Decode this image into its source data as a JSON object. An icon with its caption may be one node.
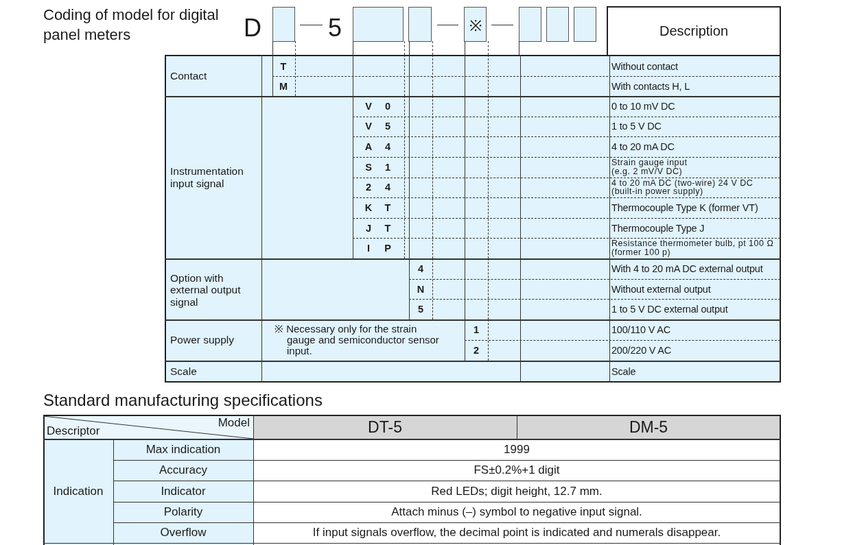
{
  "diagram": {
    "title": "Coding of model for digital panel meters",
    "nodes": [
      {
        "text": [],
        "shape": "box"
      },
      {
        "text": [],
        "shape": "box"
      },
      {
        "text": [],
        "shape": "box"
      },
      {
        "text": [
          "※"
        ]
      },
      {
        "text": [],
        "shape": "box"
      },
      {
        "text": [],
        "shape": "box"
      },
      {
        "text": [],
        "shape": "box"
      },
      {
        "text": [
          "Description"
        ]
      }
    ],
    "labels": [
      "D",
      "5",
      "Contact",
      "T",
      "Without contact",
      "M",
      "With contacts H, L",
      "Instrumentation input signal",
      "V",
      "0",
      "0 to 10 mV DC",
      "V",
      "5",
      "1 to 5 V DC",
      "A",
      "4",
      "4 to 20 mA DC",
      "S",
      "1",
      "Strain gauge input (e.g. 2 mV/V DC)",
      "2",
      "4",
      "4 to 20 mA DC (two-wire) 24 V DC (built-in power supply)",
      "K",
      "T",
      "Thermocouple Type K (former VT)",
      "J",
      "T",
      "Thermocouple Type J",
      "I",
      "P",
      "Resistance thermometer bulb, pt 100 Ω (former 100 p)",
      "Option with external output signal",
      "4",
      "With 4 to 20 mA DC external output",
      "N",
      "Without external output",
      "5",
      "1 to 5 V DC external output",
      "Power supply",
      "※ Necessary only for the strain gauge and semiconductor sensor input.",
      "1",
      "100/110 V AC",
      "2",
      "200/220 V AC",
      "Scale",
      "Scale",
      "Standard manufacturing specifications",
      "Descriptor",
      "Model",
      "DT-5",
      "DM-5",
      "Max indication",
      "1999",
      "Accuracy",
      "FS±0.2%+1 digit",
      "Indication",
      "Indicator",
      "Red LEDs; digit height, 12.7 mm.",
      "Polarity",
      "Attach minus (–) symbol to negative input signal.",
      "Overflow",
      "If input signals overflow, the decimal point is indicated and numerals disappear."
    ]
  }
}
